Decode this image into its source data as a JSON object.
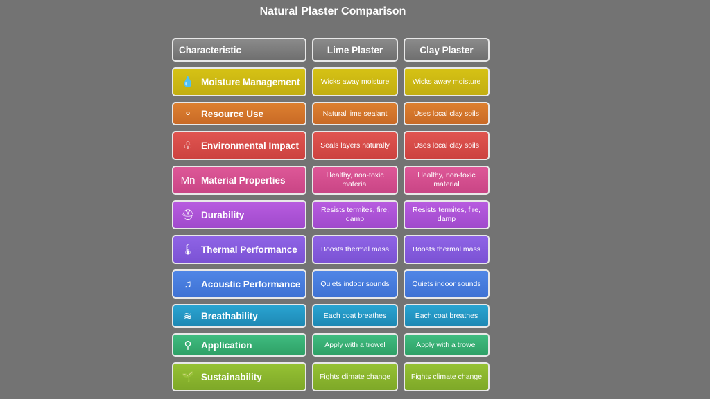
{
  "title": "Natural Plaster Comparison",
  "headers": [
    "Characteristic",
    "Lime Plaster",
    "Clay Plaster"
  ],
  "rows": [
    {
      "name": "Moisture Management",
      "icon": "water-drops-icon",
      "glyph": "💧",
      "lime": "Wicks away moisture",
      "clay": "Wicks away moisture",
      "color": "#d6c214",
      "color2": "#c2ae12",
      "tall": true
    },
    {
      "name": "Resource Use",
      "icon": "shapes-icon",
      "glyph": "⚬",
      "lime": "Natural lime sealant",
      "clay": "Uses local clay soils",
      "color": "#dd8030",
      "color2": "#c96a26",
      "tall": false
    },
    {
      "name": "Environmental Impact",
      "icon": "factory-leaf-icon",
      "glyph": "♧",
      "lime": "Seals layers naturally",
      "clay": "Uses local clay soils",
      "color": "#e05550",
      "color2": "#cc4240",
      "tall": true
    },
    {
      "name": "Material Properties",
      "icon": "element-icon",
      "glyph": "Mn",
      "lime": "Healthy, non-toxic material",
      "clay": "Healthy, non-toxic material",
      "color": "#de5898",
      "color2": "#c94585",
      "tall": true
    },
    {
      "name": "Durability",
      "icon": "worker-helmet-icon",
      "glyph": "⛑",
      "lime": "Resists termites, fire, damp",
      "clay": "Resists termites, fire, damp",
      "color": "#b85ce0",
      "color2": "#a04acc",
      "tall": true
    },
    {
      "name": "Thermal Performance",
      "icon": "thermometer-icon",
      "glyph": "🌡",
      "lime": "Boosts thermal mass",
      "clay": "Boosts thermal mass",
      "color": "#8f64e6",
      "color2": "#7b52d4",
      "tall": true
    },
    {
      "name": "Acoustic Performance",
      "icon": "person-music-icon",
      "glyph": "♫",
      "lime": "Quiets indoor sounds",
      "clay": "Quiets indoor sounds",
      "color": "#5086e6",
      "color2": "#3f72d4",
      "tall": true
    },
    {
      "name": "Breathability",
      "icon": "windshield-airflow-icon",
      "glyph": "≋",
      "lime": "Each coat breathes",
      "clay": "Each coat breathes",
      "color": "#2aa4d2",
      "color2": "#1e88b4",
      "tall": false
    },
    {
      "name": "Application",
      "icon": "search-tools-icon",
      "glyph": "⚲",
      "lime": "Apply with a trowel",
      "clay": "Apply with a trowel",
      "color": "#40bc80",
      "color2": "#2ea066",
      "tall": false
    },
    {
      "name": "Sustainability",
      "icon": "plant-hand-icon",
      "glyph": "🌱",
      "lime": "Fights climate change",
      "clay": "Fights climate change",
      "color": "#96c234",
      "color2": "#7ea828",
      "tall": true
    }
  ]
}
